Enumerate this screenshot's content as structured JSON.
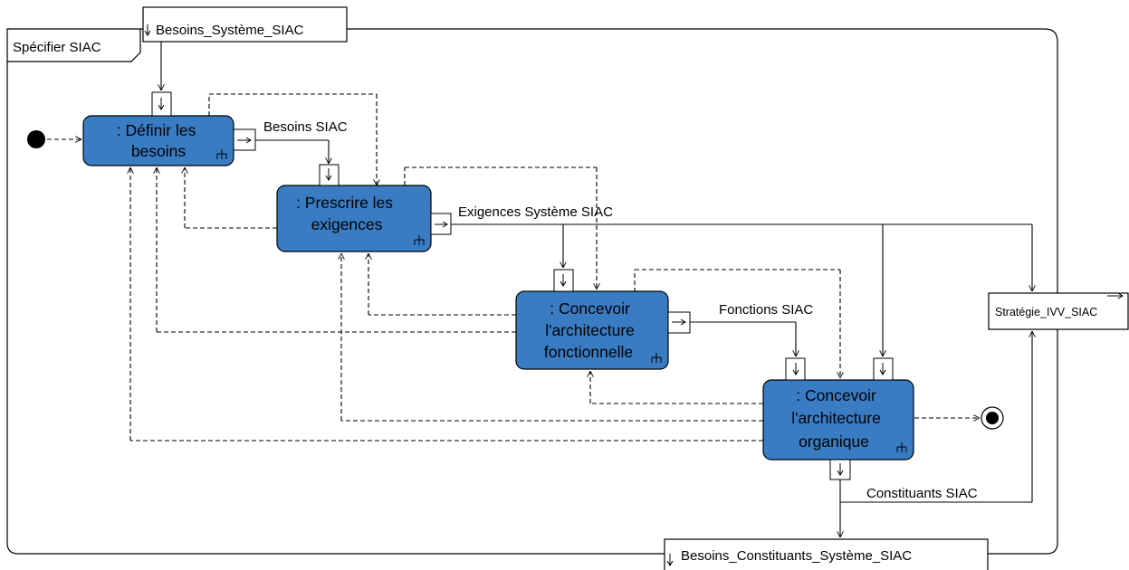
{
  "activity": {
    "name": "Spécifier SIAC"
  },
  "parameters": {
    "input_top": "Besoins_Système_SIAC",
    "output_bottom": "Besoins_Constituants_Système_SIAC",
    "output_right": "Stratégie_IVV_SIAC"
  },
  "actions": [
    {
      "id": "definir",
      "lines": [
        ": Définir les",
        "besoins"
      ]
    },
    {
      "id": "prescrire",
      "lines": [
        ": Prescrire les",
        "exigences"
      ]
    },
    {
      "id": "concevoir-fonct",
      "lines": [
        ": Concevoir",
        "l'architecture",
        "fonctionnelle"
      ]
    },
    {
      "id": "concevoir-org",
      "lines": [
        ": Concevoir",
        "l'architecture",
        "organique"
      ]
    }
  ],
  "flows": {
    "besoins": "Besoins SIAC",
    "exigences": "Exigences Système SIAC",
    "fonctions": "Fonctions SIAC",
    "constituants": "Constituants SIAC"
  },
  "colors": {
    "action_fill": "#3a7cc4",
    "line": "#000000",
    "background": "#ffffff"
  }
}
